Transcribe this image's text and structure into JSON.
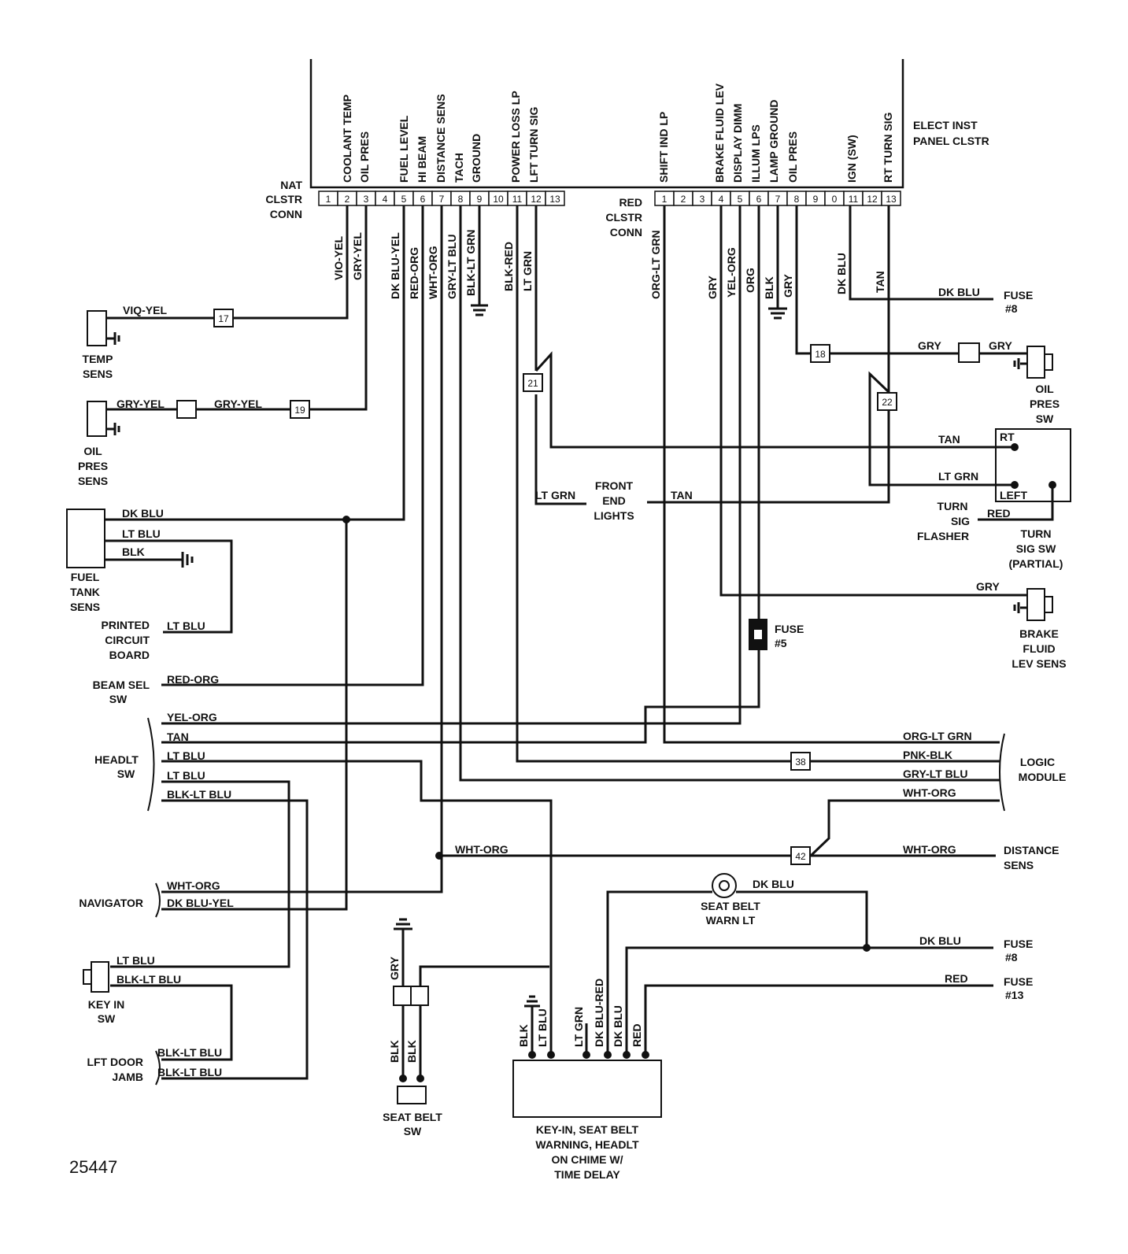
{
  "panel": {
    "title_1": "ELECT INST",
    "title_2": "PANEL CLSTR",
    "nat_conn": [
      "NAT",
      "CLSTR",
      "CONN"
    ],
    "red_conn": [
      "RED",
      "CLSTR",
      "CONN"
    ],
    "nat_pins": [
      "1",
      "2",
      "3",
      "4",
      "5",
      "6",
      "7",
      "8",
      "9",
      "10",
      "11",
      "12",
      "13"
    ],
    "red_pins": [
      "1",
      "2",
      "3",
      "4",
      "5",
      "6",
      "7",
      "8",
      "9",
      "0",
      "11",
      "12",
      "13"
    ],
    "nat_circuits": [
      "COOLANT TEMP",
      "OIL PRES",
      "FUEL LEVEL",
      "HI BEAM",
      "DISTANCE SENS",
      "TACH",
      "GROUND",
      "POWER LOSS LP",
      "LFT TURN SIG"
    ],
    "red_circuits": [
      "SHIFT IND LP",
      "BRAKE FLUID LEV",
      "DISPLAY DIMM",
      "ILLUM LPS",
      "LAMP GROUND",
      "OIL PRES",
      "IGN (SW)",
      "RT TURN SIG"
    ]
  },
  "wire_colors": {
    "vio_yel": "VIO-YEL",
    "vio_yel_b": "VIQ-YEL",
    "gry_yel": "GRY-YEL",
    "dk_blu_yel": "DK BLU-YEL",
    "red_org": "RED-ORG",
    "wht_org": "WHT-ORG",
    "gry_lt_blu": "GRY-LT BLU",
    "blk_lt_grn": "BLK-LT GRN",
    "blk_red": "BLK-RED",
    "lt_grn": "LT GRN",
    "org_lt_grn": "ORG-LT GRN",
    "gry": "GRY",
    "yel_org": "YEL-ORG",
    "org": "ORG",
    "blk": "BLK",
    "dk_blu": "DK BLU",
    "tan": "TAN",
    "lt_blu": "LT BLU",
    "blk_lt_blu": "BLK-LT BLU",
    "pnk_blk": "PNK-BLK",
    "red": "RED",
    "dk_blu_red": "DK BLU-RED"
  },
  "splices": [
    "17",
    "19",
    "18",
    "21",
    "22",
    "38",
    "42"
  ],
  "components": {
    "temp_sens": [
      "TEMP",
      "SENS"
    ],
    "oil_pres_sens": [
      "OIL",
      "PRES",
      "SENS"
    ],
    "fuel_tank_sens": [
      "FUEL",
      "TANK",
      "SENS"
    ],
    "printed_circuit_board": [
      "PRINTED",
      "CIRCUIT",
      "BOARD"
    ],
    "beam_sel_sw": [
      "BEAM SEL",
      "SW"
    ],
    "headlt_sw": [
      "HEADLT",
      "SW"
    ],
    "navigator": "NAVIGATOR",
    "key_in_sw": [
      "KEY IN",
      "SW"
    ],
    "lft_door_jamb": [
      "LFT DOOR",
      "JAMB"
    ],
    "seat_belt_sw": [
      "SEAT BELT",
      "SW"
    ],
    "chime_module": [
      "KEY-IN, SEAT BELT",
      "WARNING, HEADLT",
      "ON CHIME W/",
      "TIME DELAY"
    ],
    "fuse_8_a": [
      "FUSE",
      "#8"
    ],
    "fuse_8_b": [
      "FUSE",
      "#8"
    ],
    "fuse_5": [
      "FUSE",
      "#5"
    ],
    "fuse_13": [
      "FUSE",
      "#13"
    ],
    "oil_pres_sw": [
      "OIL",
      "PRES",
      "SW"
    ],
    "turn_sig_flasher": [
      "TURN",
      "SIG",
      "FLASHER"
    ],
    "turn_sig_sw": [
      "TURN",
      "SIG SW",
      "(PARTIAL)"
    ],
    "turn_rt": "RT",
    "turn_left": "LEFT",
    "front_end_lights": [
      "FRONT",
      "END",
      "LIGHTS"
    ],
    "brake_fluid_lev_sens": [
      "BRAKE",
      "FLUID",
      "LEV SENS"
    ],
    "logic_module": [
      "LOGIC",
      "MODULE"
    ],
    "distance_sens": [
      "DISTANCE",
      "SENS"
    ],
    "seat_belt_warn_lt": [
      "SEAT BELT",
      "WARN LT"
    ]
  },
  "figure_number": "25447"
}
